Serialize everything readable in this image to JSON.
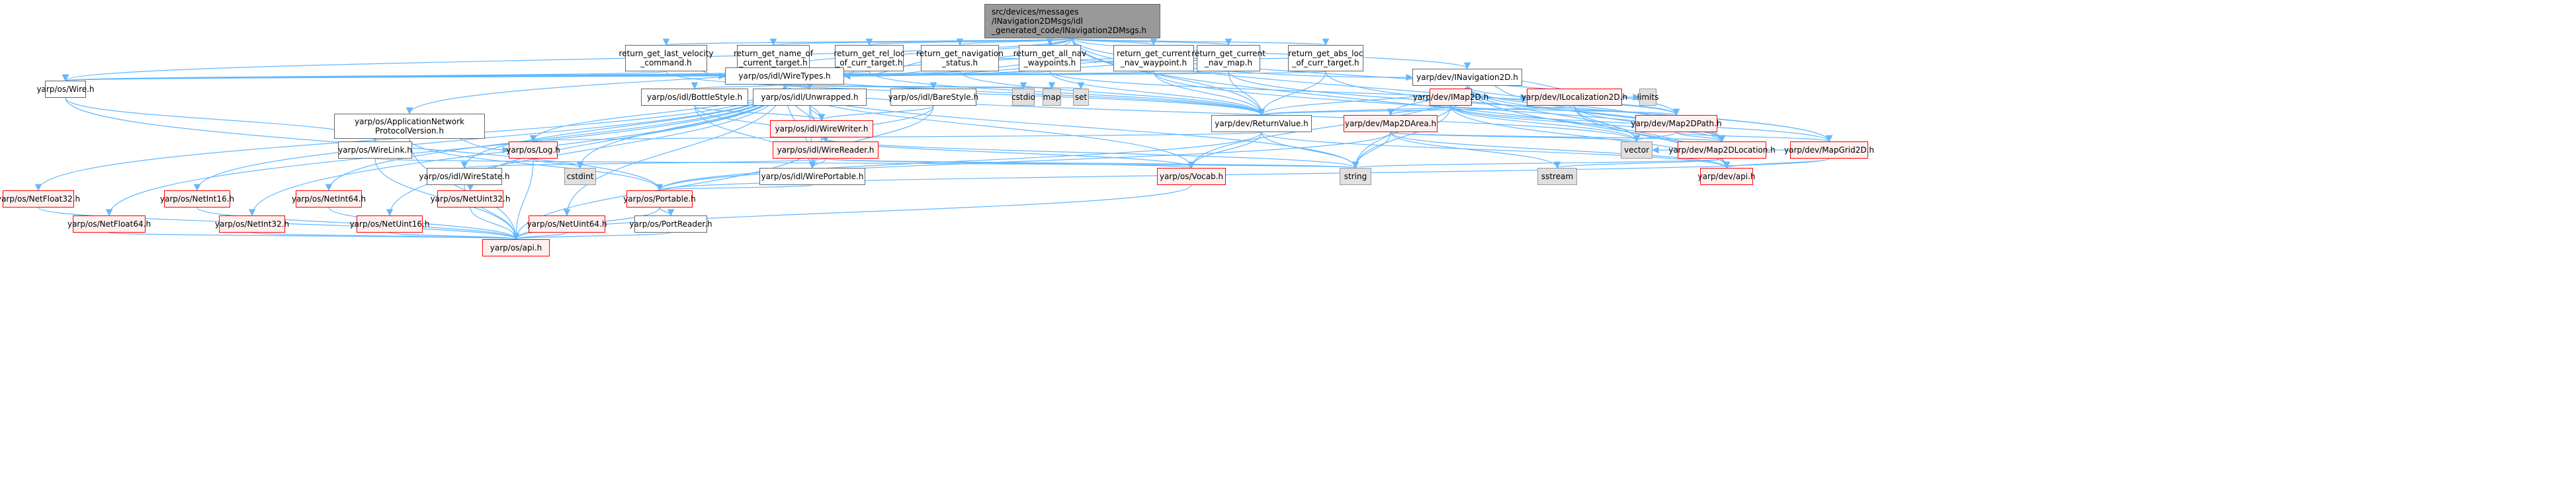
{
  "title": "Include dependency graph for INavigation2DMsgs.h",
  "colors": {
    "edge": "#63b8ff",
    "root_fill": "#999999",
    "normal_border": "#666666",
    "linked_red_border": "#ff0000",
    "linked_red_fill": "#fff0f0",
    "system_fill": "#e0e0e0"
  },
  "nodes": [
    {
      "id": "root",
      "label": "src/devices/messages\n/INavigation2DMsgs/idl\n_generated_code/INavigation2DMsgs.h",
      "kind": "root"
    },
    {
      "id": "rglvc",
      "label": "return_get_last_velocity\n_command.h",
      "kind": "normal"
    },
    {
      "id": "rgnoct",
      "label": "return_get_name_of\n_current_target.h",
      "kind": "normal"
    },
    {
      "id": "rgrloct",
      "label": "return_get_rel_loc\n_of_curr_target.h",
      "kind": "normal"
    },
    {
      "id": "rgns",
      "label": "return_get_navigation\n_status.h",
      "kind": "normal"
    },
    {
      "id": "rganw",
      "label": "return_get_all_nav\n_waypoints.h",
      "kind": "normal"
    },
    {
      "id": "rgcnw",
      "label": "return_get_current\n_nav_waypoint.h",
      "kind": "normal"
    },
    {
      "id": "rgcnm",
      "label": "return_get_current\n_nav_map.h",
      "kind": "normal"
    },
    {
      "id": "rgaloct",
      "label": "return_get_abs_loc\n_of_curr_target.h",
      "kind": "normal"
    },
    {
      "id": "wire",
      "label": "yarp/os/Wire.h",
      "kind": "normal"
    },
    {
      "id": "wiretypes",
      "label": "yarp/os/idl/WireTypes.h",
      "kind": "normal"
    },
    {
      "id": "inav",
      "label": "yarp/dev/INavigation2D.h",
      "kind": "normal"
    },
    {
      "id": "bottlestyle",
      "label": "yarp/os/idl/BottleStyle.h",
      "kind": "normal"
    },
    {
      "id": "unwrapped",
      "label": "yarp/os/idl/Unwrapped.h",
      "kind": "normal"
    },
    {
      "id": "barestyle",
      "label": "yarp/os/idl/BareStyle.h",
      "kind": "normal"
    },
    {
      "id": "cstdio",
      "label": "cstdio",
      "kind": "system"
    },
    {
      "id": "map",
      "label": "map",
      "kind": "system"
    },
    {
      "id": "set",
      "label": "set",
      "kind": "system"
    },
    {
      "id": "limits",
      "label": "limits",
      "kind": "system"
    },
    {
      "id": "imap",
      "label": "yarp/dev/IMap2D.h",
      "kind": "red"
    },
    {
      "id": "iloc",
      "label": "yarp/dev/ILocalization2D.h",
      "kind": "red"
    },
    {
      "id": "appnet",
      "label": "yarp/os/ApplicationNetwork\nProtocolVersion.h",
      "kind": "normal"
    },
    {
      "id": "wirewriter",
      "label": "yarp/os/idl/WireWriter.h",
      "kind": "red"
    },
    {
      "id": "retval",
      "label": "yarp/dev/ReturnValue.h",
      "kind": "normal"
    },
    {
      "id": "map2darea",
      "label": "yarp/dev/Map2DArea.h",
      "kind": "red"
    },
    {
      "id": "map2dpath",
      "label": "yarp/dev/Map2DPath.h",
      "kind": "red"
    },
    {
      "id": "wirelink",
      "label": "yarp/os/WireLink.h",
      "kind": "normal"
    },
    {
      "id": "log",
      "label": "yarp/os/Log.h",
      "kind": "red"
    },
    {
      "id": "wirereader",
      "label": "yarp/os/idl/WireReader.h",
      "kind": "red"
    },
    {
      "id": "vector",
      "label": "vector",
      "kind": "system"
    },
    {
      "id": "map2dloc",
      "label": "yarp/dev/Map2DLocation.h",
      "kind": "red"
    },
    {
      "id": "mapgrid",
      "label": "yarp/dev/MapGrid2D.h",
      "kind": "red"
    },
    {
      "id": "wirestate",
      "label": "yarp/os/idl/WireState.h",
      "kind": "normal"
    },
    {
      "id": "cstdint",
      "label": "cstdint",
      "kind": "system"
    },
    {
      "id": "wireportable",
      "label": "yarp/os/idl/WirePortable.h",
      "kind": "normal"
    },
    {
      "id": "vocab",
      "label": "yarp/os/Vocab.h",
      "kind": "red"
    },
    {
      "id": "string",
      "label": "string",
      "kind": "system"
    },
    {
      "id": "sstream",
      "label": "sstream",
      "kind": "system"
    },
    {
      "id": "devapi",
      "label": "yarp/dev/api.h",
      "kind": "red"
    },
    {
      "id": "netfloat32",
      "label": "yarp/os/NetFloat32.h",
      "kind": "red"
    },
    {
      "id": "netint16",
      "label": "yarp/os/NetInt16.h",
      "kind": "red"
    },
    {
      "id": "netint64",
      "label": "yarp/os/NetInt64.h",
      "kind": "red"
    },
    {
      "id": "netuint32",
      "label": "yarp/os/NetUint32.h",
      "kind": "red"
    },
    {
      "id": "portable",
      "label": "yarp/os/Portable.h",
      "kind": "red"
    },
    {
      "id": "netfloat64",
      "label": "yarp/os/NetFloat64.h",
      "kind": "red"
    },
    {
      "id": "netint32",
      "label": "yarp/os/NetInt32.h",
      "kind": "red"
    },
    {
      "id": "netuint16",
      "label": "yarp/os/NetUint16.h",
      "kind": "red"
    },
    {
      "id": "netuint64",
      "label": "yarp/os/NetUint64.h",
      "kind": "red"
    },
    {
      "id": "portreader",
      "label": "yarp/os/PortReader.h",
      "kind": "normal"
    },
    {
      "id": "osapi",
      "label": "yarp/os/api.h",
      "kind": "red"
    }
  ],
  "edges": [
    [
      "root",
      "rglvc"
    ],
    [
      "root",
      "rgnoct"
    ],
    [
      "root",
      "rgrloct"
    ],
    [
      "root",
      "rgns"
    ],
    [
      "root",
      "rganw"
    ],
    [
      "root",
      "rgcnw"
    ],
    [
      "root",
      "rgcnm"
    ],
    [
      "root",
      "rgaloct"
    ],
    [
      "root",
      "wire"
    ],
    [
      "root",
      "wiretypes"
    ],
    [
      "root",
      "inav"
    ],
    [
      "root",
      "appnet"
    ],
    [
      "root",
      "retval"
    ],
    [
      "root",
      "map2dloc"
    ],
    [
      "root",
      "map2dpath"
    ],
    [
      "root",
      "devapi"
    ],
    [
      "rglvc",
      "wire"
    ],
    [
      "rglvc",
      "wiretypes"
    ],
    [
      "rglvc",
      "retval"
    ],
    [
      "rgnoct",
      "wire"
    ],
    [
      "rgnoct",
      "wiretypes"
    ],
    [
      "rgnoct",
      "retval"
    ],
    [
      "rgrloct",
      "wire"
    ],
    [
      "rgrloct",
      "wiretypes"
    ],
    [
      "rgrloct",
      "retval"
    ],
    [
      "rgns",
      "wire"
    ],
    [
      "rgns",
      "wiretypes"
    ],
    [
      "rgns",
      "retval"
    ],
    [
      "rgns",
      "inav"
    ],
    [
      "rganw",
      "wire"
    ],
    [
      "rganw",
      "wiretypes"
    ],
    [
      "rganw",
      "retval"
    ],
    [
      "rganw",
      "map2dpath"
    ],
    [
      "rgcnw",
      "wire"
    ],
    [
      "rgcnw",
      "wiretypes"
    ],
    [
      "rgcnw",
      "retval"
    ],
    [
      "rgcnw",
      "map2dloc"
    ],
    [
      "rgcnm",
      "wire"
    ],
    [
      "rgcnm",
      "wiretypes"
    ],
    [
      "rgcnm",
      "retval"
    ],
    [
      "rgcnm",
      "mapgrid"
    ],
    [
      "rgaloct",
      "wire"
    ],
    [
      "rgaloct",
      "wiretypes"
    ],
    [
      "rgaloct",
      "retval"
    ],
    [
      "rgaloct",
      "map2dloc"
    ],
    [
      "wire",
      "wirelink"
    ],
    [
      "wire",
      "portable"
    ],
    [
      "wiretypes",
      "bottlestyle"
    ],
    [
      "wiretypes",
      "unwrapped"
    ],
    [
      "wiretypes",
      "barestyle"
    ],
    [
      "wiretypes",
      "cstdio"
    ],
    [
      "wiretypes",
      "map"
    ],
    [
      "wiretypes",
      "set"
    ],
    [
      "wiretypes",
      "vector"
    ],
    [
      "wiretypes",
      "string"
    ],
    [
      "wiretypes",
      "wirewriter"
    ],
    [
      "wiretypes",
      "wirereader"
    ],
    [
      "wiretypes",
      "wirestate"
    ],
    [
      "wiretypes",
      "wireportable"
    ],
    [
      "wiretypes",
      "log"
    ],
    [
      "wiretypes",
      "cstdint"
    ],
    [
      "wiretypes",
      "vocab"
    ],
    [
      "wiretypes",
      "netfloat32"
    ],
    [
      "wiretypes",
      "netfloat64"
    ],
    [
      "wiretypes",
      "netint16"
    ],
    [
      "wiretypes",
      "netint32"
    ],
    [
      "wiretypes",
      "netint64"
    ],
    [
      "wiretypes",
      "netuint16"
    ],
    [
      "wiretypes",
      "netuint32"
    ],
    [
      "wiretypes",
      "netuint64"
    ],
    [
      "inav",
      "imap"
    ],
    [
      "inav",
      "iloc"
    ],
    [
      "inav",
      "limits"
    ],
    [
      "inav",
      "retval"
    ],
    [
      "inav",
      "map2darea"
    ],
    [
      "inav",
      "map2dpath"
    ],
    [
      "inav",
      "map2dloc"
    ],
    [
      "inav",
      "mapgrid"
    ],
    [
      "inav",
      "vector"
    ],
    [
      "inav",
      "string"
    ],
    [
      "inav",
      "vocab"
    ],
    [
      "inav",
      "devapi"
    ],
    [
      "bottlestyle",
      "wirewriter"
    ],
    [
      "bottlestyle",
      "wirereader"
    ],
    [
      "bottlestyle",
      "wireportable"
    ],
    [
      "unwrapped",
      "wirewriter"
    ],
    [
      "unwrapped",
      "wirereader"
    ],
    [
      "unwrapped",
      "wireportable"
    ],
    [
      "barestyle",
      "wirewriter"
    ],
    [
      "barestyle",
      "wirereader"
    ],
    [
      "barestyle",
      "wireportable"
    ],
    [
      "imap",
      "retval"
    ],
    [
      "imap",
      "map2darea"
    ],
    [
      "imap",
      "map2dpath"
    ],
    [
      "imap",
      "map2dloc"
    ],
    [
      "imap",
      "mapgrid"
    ],
    [
      "imap",
      "vector"
    ],
    [
      "imap",
      "string"
    ],
    [
      "imap",
      "devapi"
    ],
    [
      "iloc",
      "retval"
    ],
    [
      "iloc",
      "map2dloc"
    ],
    [
      "iloc",
      "vector"
    ],
    [
      "iloc",
      "devapi"
    ],
    [
      "appnet",
      "log"
    ],
    [
      "appnet",
      "osapi"
    ],
    [
      "appnet",
      "portable"
    ],
    [
      "wirewriter",
      "wirereader"
    ],
    [
      "wirewriter",
      "wireportable"
    ],
    [
      "wirewriter",
      "vocab"
    ],
    [
      "wirewriter",
      "string"
    ],
    [
      "wirewriter",
      "osapi"
    ],
    [
      "retval",
      "log"
    ],
    [
      "retval",
      "string"
    ],
    [
      "retval",
      "vocab"
    ],
    [
      "retval",
      "portable"
    ],
    [
      "retval",
      "devapi"
    ],
    [
      "map2darea",
      "map2dloc"
    ],
    [
      "map2darea",
      "vector"
    ],
    [
      "map2darea",
      "string"
    ],
    [
      "map2darea",
      "sstream"
    ],
    [
      "map2darea",
      "devapi"
    ],
    [
      "map2darea",
      "portable"
    ],
    [
      "map2dpath",
      "map2dloc"
    ],
    [
      "map2dpath",
      "vector"
    ],
    [
      "map2dpath",
      "mapgrid"
    ],
    [
      "wirelink",
      "osapi"
    ],
    [
      "wirelink",
      "string"
    ],
    [
      "log",
      "cstdint"
    ],
    [
      "log",
      "osapi"
    ],
    [
      "wirereader",
      "wirestate"
    ],
    [
      "wirereader",
      "wireportable"
    ],
    [
      "wirereader",
      "vocab"
    ],
    [
      "wirereader",
      "string"
    ],
    [
      "map2dloc",
      "string"
    ],
    [
      "map2dloc",
      "sstream"
    ],
    [
      "map2dloc",
      "devapi"
    ],
    [
      "mapgrid",
      "devapi"
    ],
    [
      "mapgrid",
      "vector"
    ],
    [
      "mapgrid",
      "portable"
    ],
    [
      "wirestate",
      "osapi"
    ],
    [
      "wireportable",
      "portable"
    ],
    [
      "netfloat32",
      "osapi"
    ],
    [
      "netint16",
      "osapi"
    ],
    [
      "netint64",
      "osapi"
    ],
    [
      "netuint32",
      "osapi"
    ],
    [
      "netfloat64",
      "osapi"
    ],
    [
      "netint32",
      "osapi"
    ],
    [
      "netuint16",
      "osapi"
    ],
    [
      "netuint64",
      "osapi"
    ],
    [
      "portable",
      "portreader"
    ],
    [
      "portable",
      "osapi"
    ],
    [
      "portreader",
      "osapi"
    ],
    [
      "vocab",
      "osapi"
    ]
  ]
}
